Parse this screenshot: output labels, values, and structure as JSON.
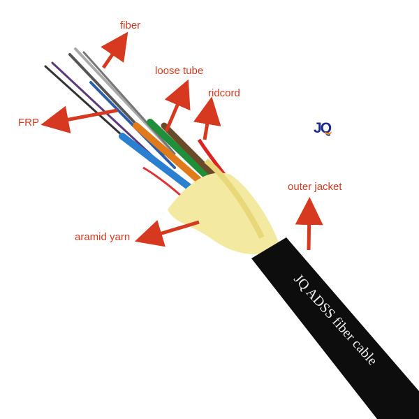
{
  "labels": {
    "fiber": "fiber",
    "loose_tube": "loose tube",
    "ridcord": "ridcord",
    "frp": "FRP",
    "outer_jacket": "outer jacket",
    "aramid_yarn": "aramid yarn"
  },
  "cable_print": "JQ ADSS fiber cable",
  "logo": {
    "text": "JQ",
    "primary_color": "#1e2a8a",
    "accent_color": "#f08a1c"
  },
  "colors": {
    "label": "#d6391f",
    "arrow": "#d6391f",
    "jacket": "#0d0d0d",
    "aramid": "#f3e9a0"
  }
}
